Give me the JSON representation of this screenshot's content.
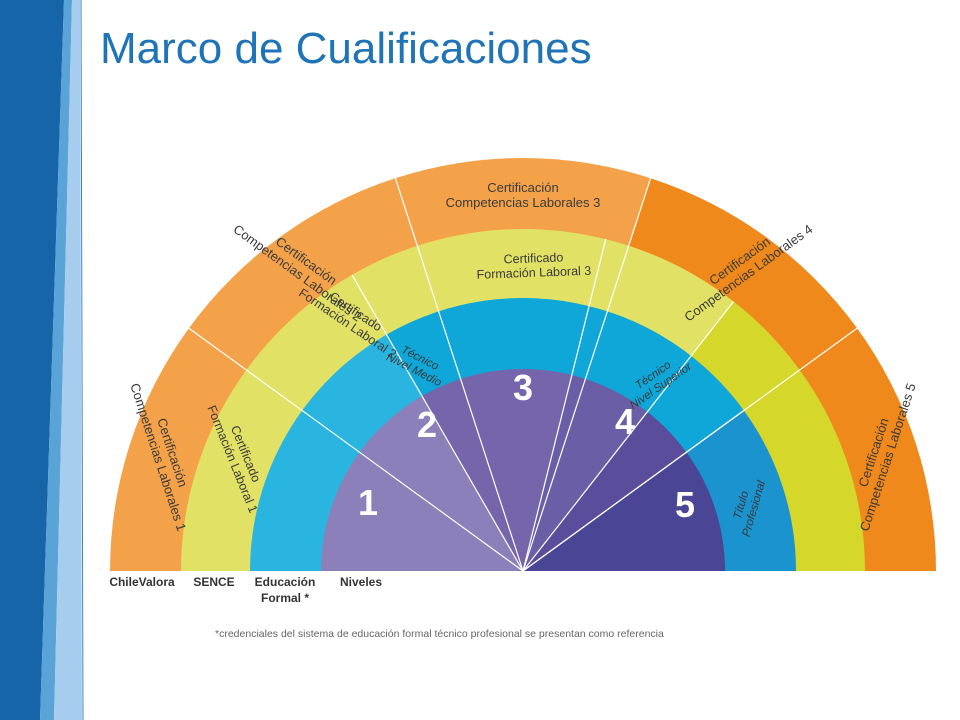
{
  "title": "Marco de Cualificaciones",
  "footnote": "*credenciales del sistema de educación formal técnico profesional se presentan como referencia",
  "colors": {
    "title": "#1f73b7",
    "chilevalora_outer": "#f4a24a",
    "chilevalora_outer_alt": "#f0891c",
    "sence_light": "#e1e165",
    "sence_bright": "#d5d82b",
    "educacion": "#0fa6d8",
    "niveles_1": "#8b80b9",
    "niveles_2": "#7565aa",
    "niveles_3": "#6a5fa6",
    "niveles_4": "#5a4d9b",
    "niveles_5": "#4a4594"
  },
  "diagram": {
    "ring_labels": {
      "chilevalora": "ChileValora",
      "sence": "SENCE",
      "educacion": [
        "Educación",
        "Formal *"
      ],
      "niveles": "Niveles"
    },
    "chilevalora": [
      [
        "Certificación",
        "Competencias Laborales 1"
      ],
      [
        "Certificación",
        "Competencias Laborales 2"
      ],
      [
        "Certificación",
        "Competencias Laborales 3"
      ],
      [
        "Certificación",
        "Competencias Laborales 4"
      ],
      [
        "Certificación",
        "Competencias Laborales 5"
      ]
    ],
    "sence": [
      [
        "Certificado",
        "Formación Laboral 1"
      ],
      [
        "Certificado",
        "Formación Laboral 2"
      ],
      [
        "Certificado",
        "Formación Laboral 3"
      ]
    ],
    "educacion": [
      [
        "Técnico",
        "Nivel Medio"
      ],
      [
        "Técnico",
        "Nivel Superior"
      ],
      [
        "Título",
        "Profesional"
      ]
    ],
    "niveles": [
      "1",
      "2",
      "3",
      "4",
      "5"
    ]
  }
}
